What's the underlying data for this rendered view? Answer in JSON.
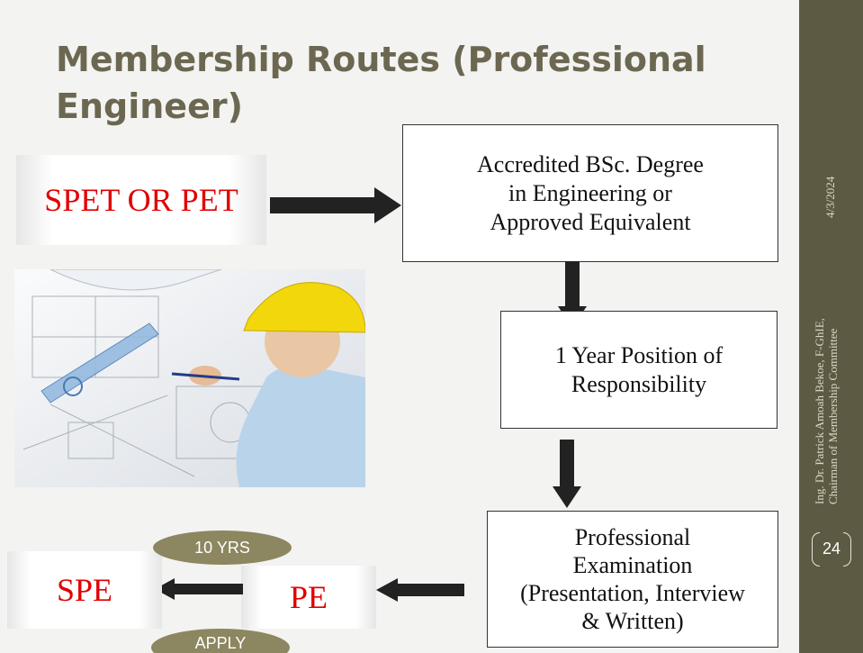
{
  "slide": {
    "title": "Membership Routes (Professional Engineer)",
    "date": "4/3/2024",
    "footer_line1": "Ing. Dr. Patrick Amoah Bekoe, F-GhIE,",
    "footer_line2": "Chairman of Membership Committee",
    "page_number": "24"
  },
  "flow": {
    "start": "SPET OR PET",
    "step1": [
      "Accredited BSc. Degree",
      "in Engineering or",
      "Approved Equivalent"
    ],
    "step2": [
      "1 Year Position of",
      "Responsibility"
    ],
    "step3": [
      "Professional",
      "Examination",
      "(Presentation, Interview",
      "& Written)"
    ],
    "pe": "PE",
    "spe": "SPE",
    "years_label": "10 YRS",
    "apply_label": "APPLY"
  },
  "colors": {
    "sidebar": "#5c5a42",
    "title": "#6b6751",
    "red_text": "#e10000",
    "pill": "#8c8760"
  }
}
